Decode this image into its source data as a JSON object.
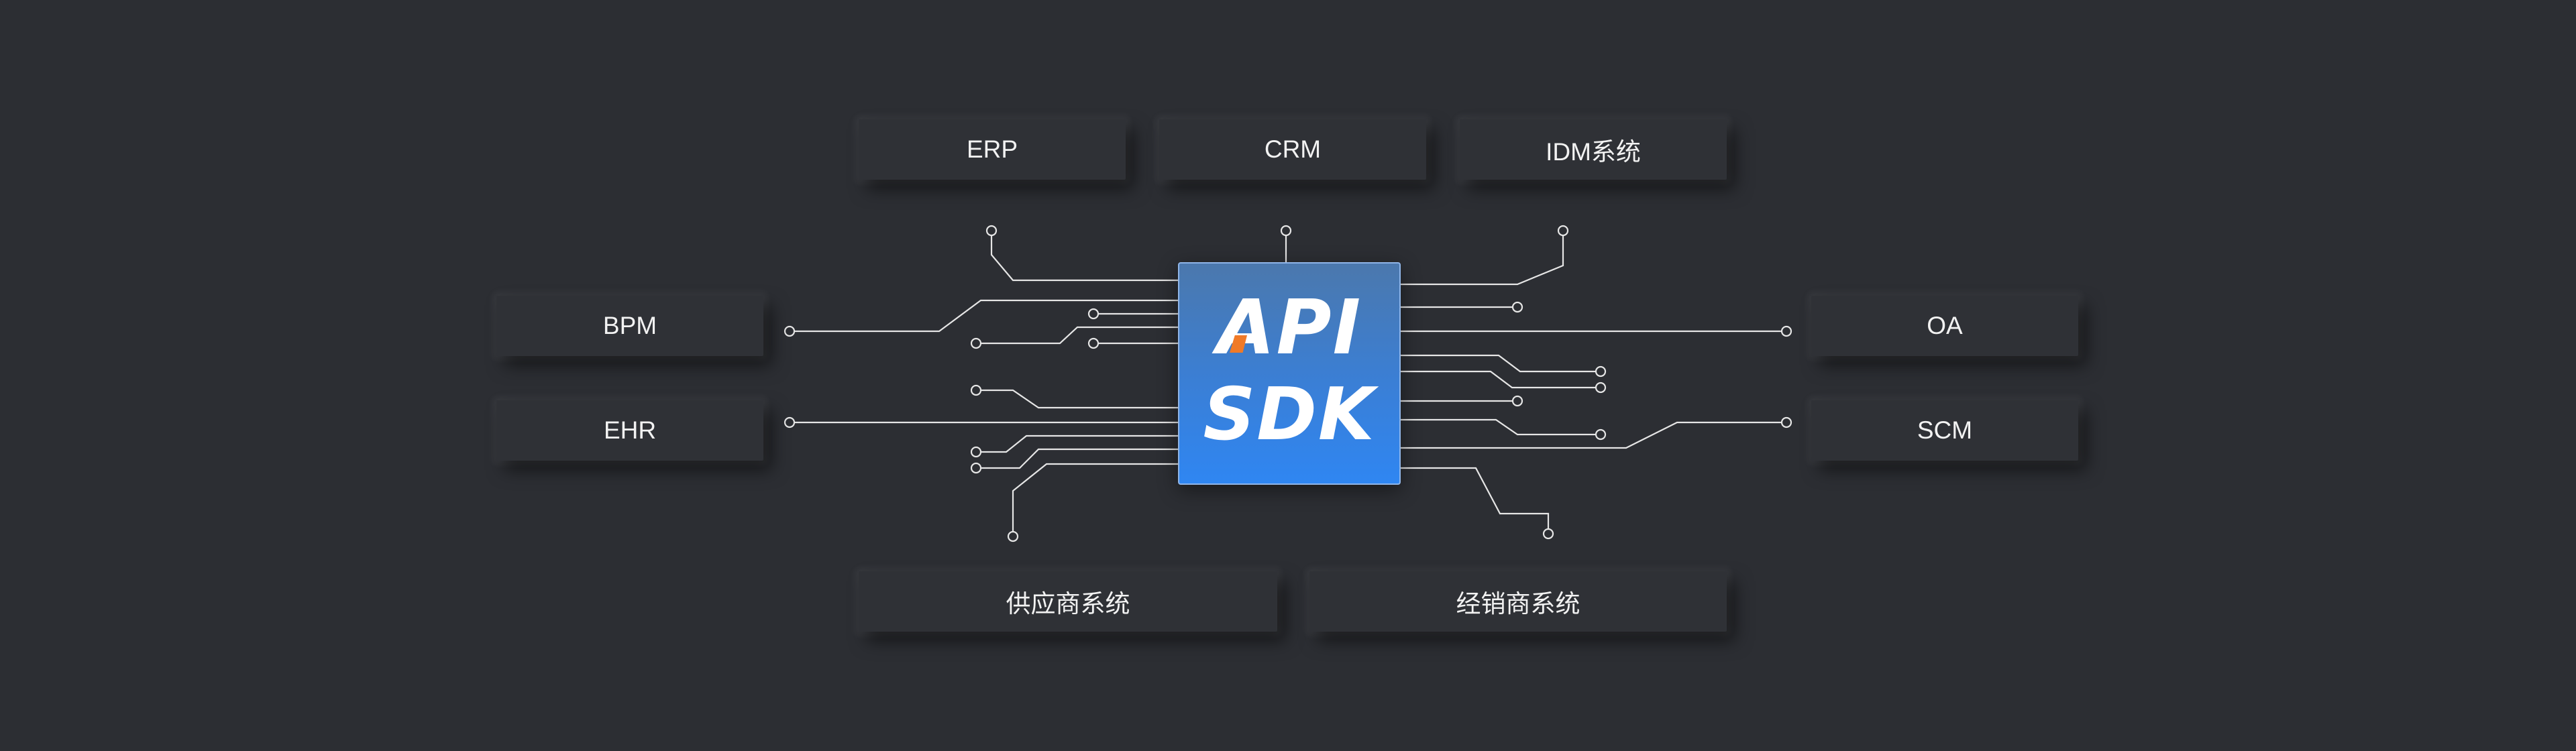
{
  "diagram": {
    "center_label_line1": "API",
    "center_label_line2": "SDK",
    "nodes": {
      "erp": "ERP",
      "crm": "CRM",
      "idm": "IDM系统",
      "bpm": "BPM",
      "ehr": "EHR",
      "oa": "OA",
      "scm": "SCM",
      "supplier": "供应商系统",
      "distributor": "经销商系统"
    },
    "colors": {
      "background": "#2c2e33",
      "node_fill": "#2f3136",
      "wire": "#e6e6e6",
      "chip_top": "#4b78ad",
      "chip_bottom": "#2f86f2",
      "chip_accent": "#f07a28"
    }
  }
}
